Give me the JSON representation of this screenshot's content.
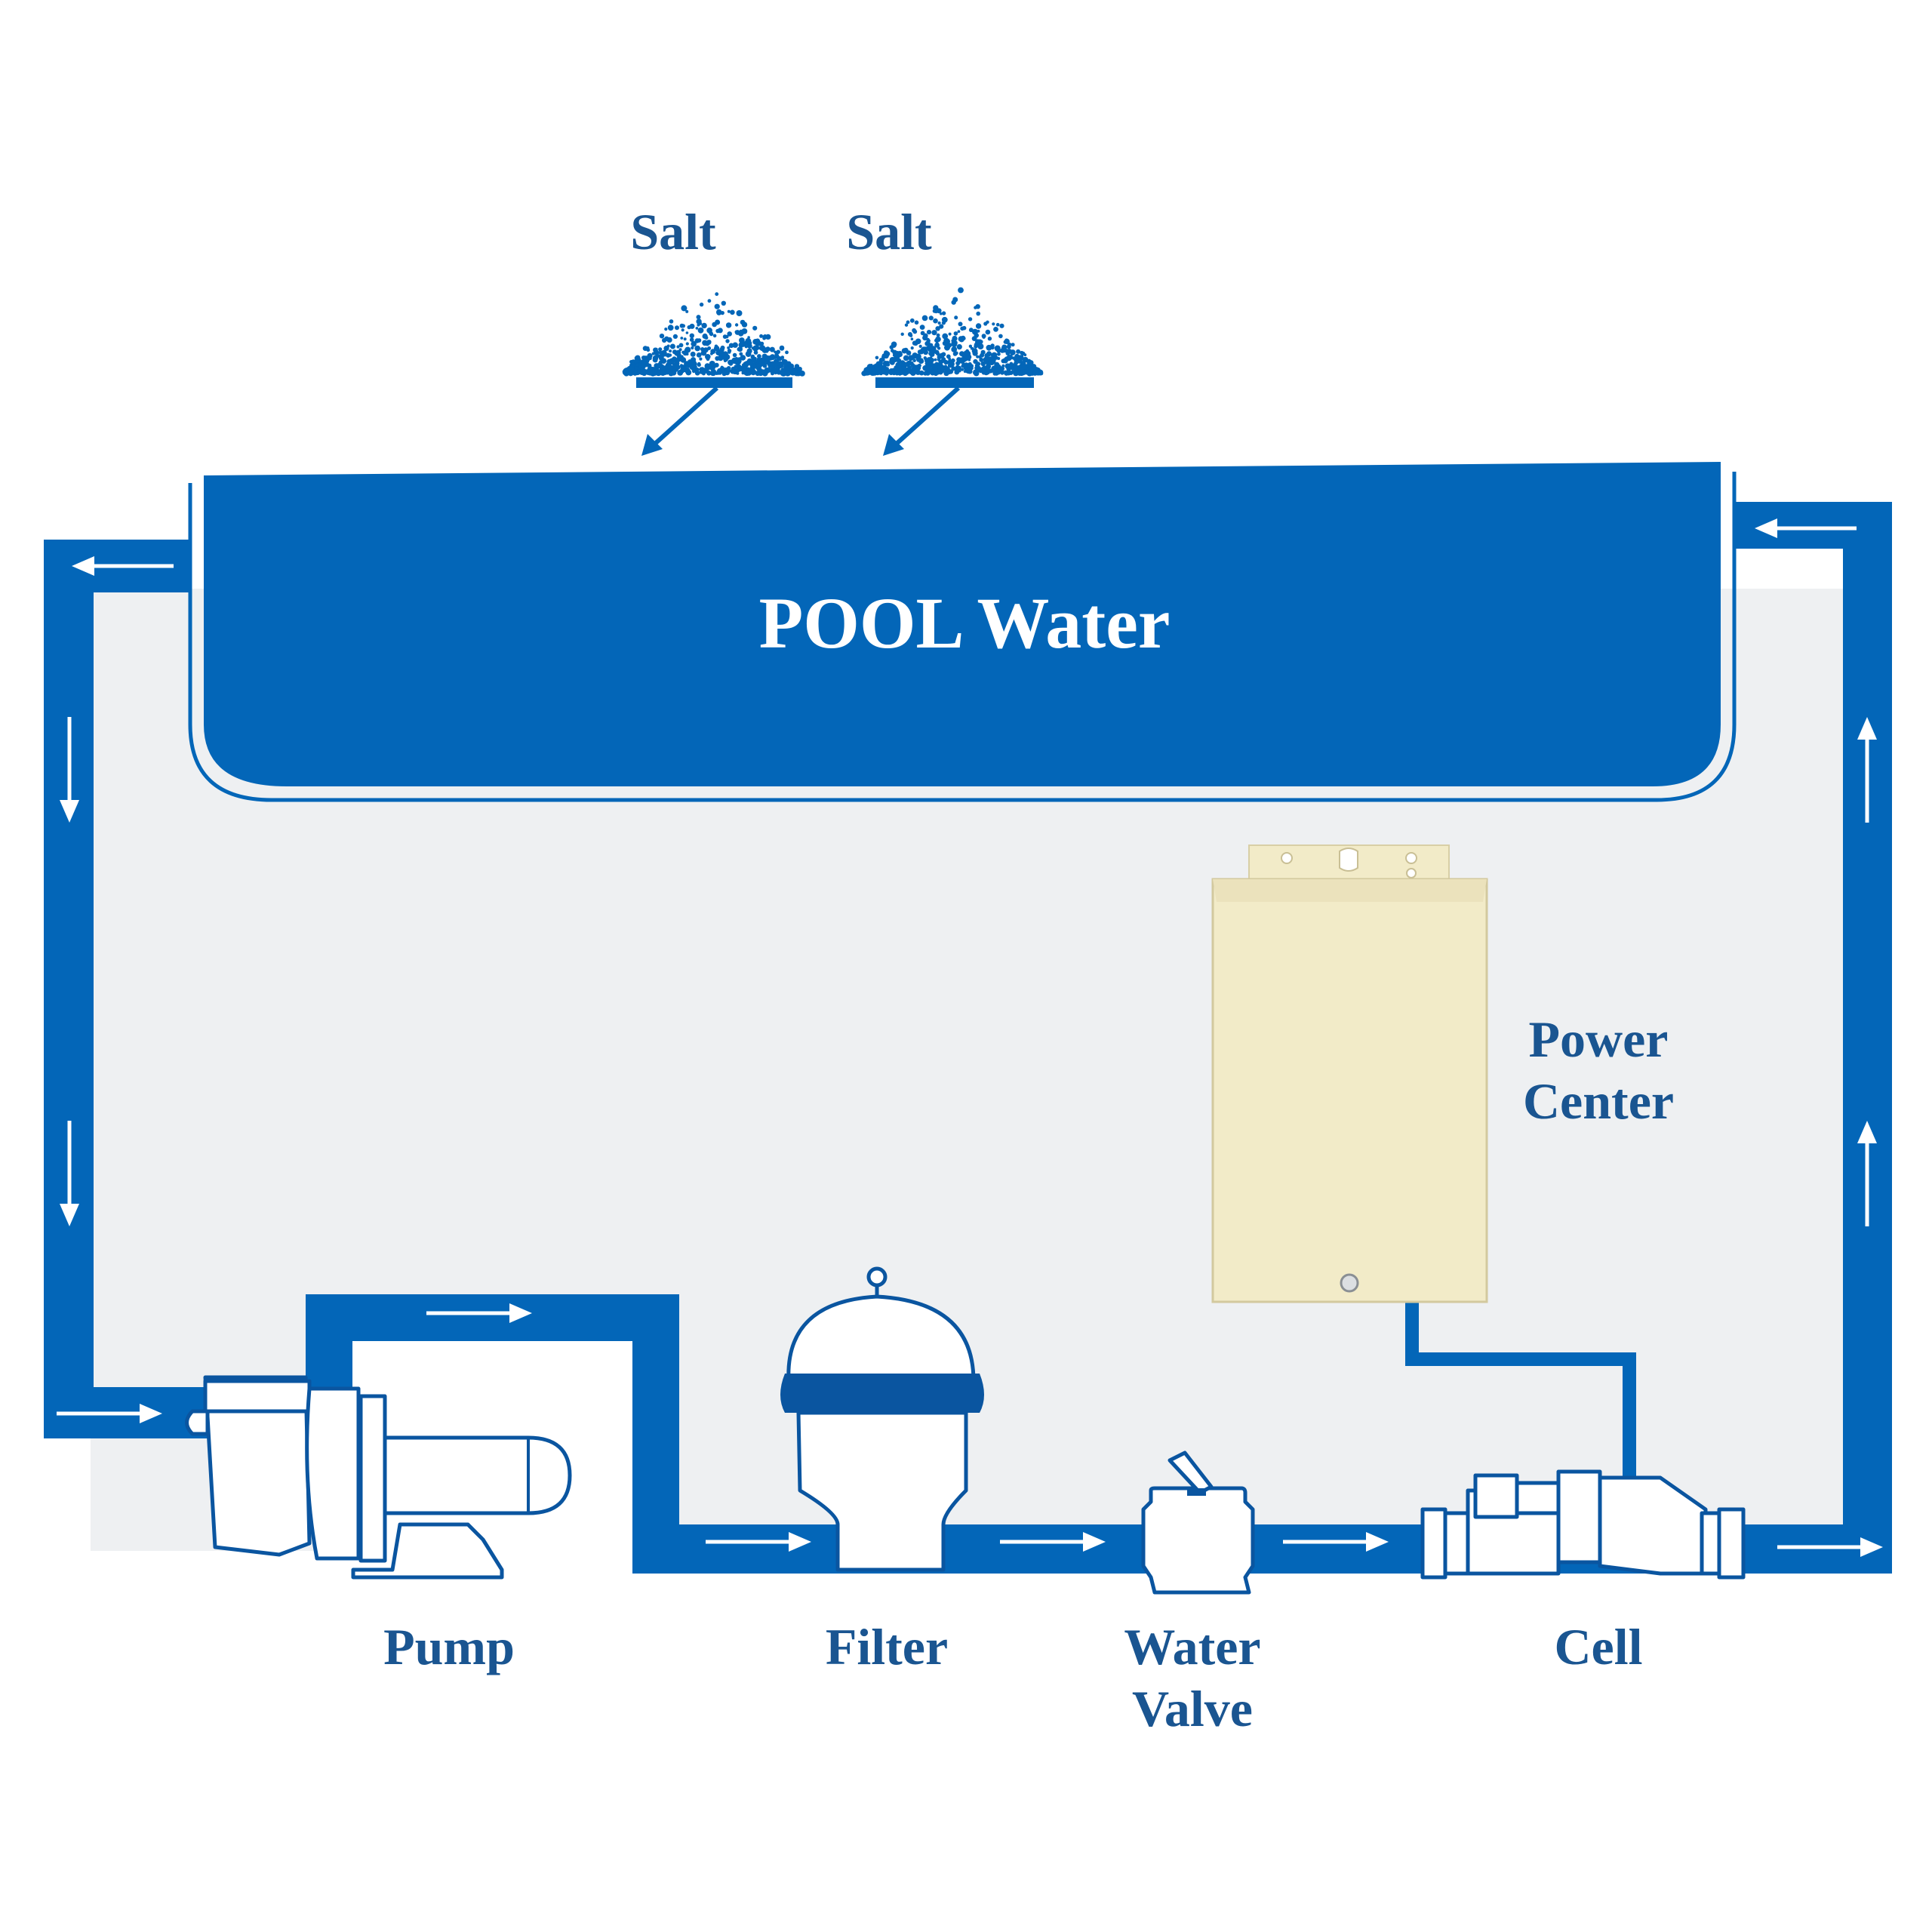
{
  "pool": {
    "title": "POOL Water"
  },
  "salt": [
    {
      "label": "Salt"
    },
    {
      "label": "Salt"
    }
  ],
  "components": {
    "power_center": {
      "line1": "Power",
      "line2": "Center"
    },
    "pump": {
      "label": "Pump"
    },
    "filter": {
      "label": "Filter"
    },
    "water_valve": {
      "line1": "Water",
      "line2": "Valve"
    },
    "cell": {
      "label": "Cell"
    }
  },
  "colors": {
    "pipe": "#0366b8",
    "label": "#1a5591",
    "background_panel": "#eef0f2",
    "power_center_box": "#f2ebc8",
    "arrow": "#ffffff"
  },
  "icons": [
    "salt-pile-icon",
    "pump-icon",
    "filter-icon",
    "water-valve-icon",
    "cell-icon",
    "power-center-box-icon",
    "flow-arrow-icon"
  ]
}
